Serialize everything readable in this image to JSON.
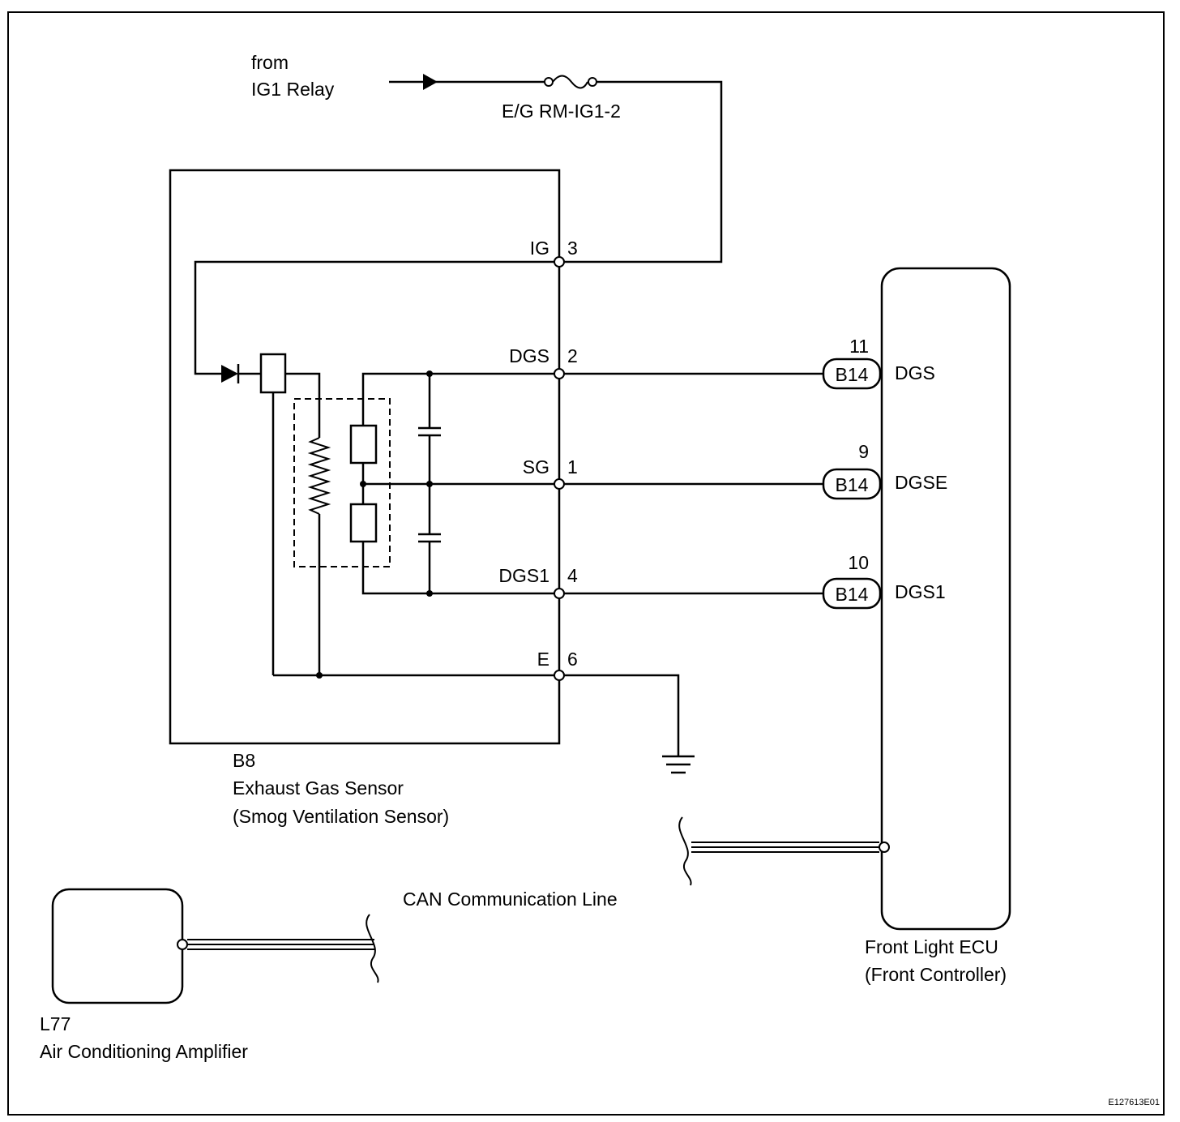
{
  "source": {
    "line1": "from",
    "line2": "IG1 Relay"
  },
  "fuse": {
    "label": "E/G RM-IG1-2"
  },
  "sensor": {
    "id": "B8",
    "name": "Exhaust Gas Sensor",
    "alt_name": "(Smog Ventilation Sensor)",
    "terminals": [
      {
        "name": "IG",
        "pin": "3"
      },
      {
        "name": "DGS",
        "pin": "2"
      },
      {
        "name": "SG",
        "pin": "1"
      },
      {
        "name": "DGS1",
        "pin": "4"
      },
      {
        "name": "E",
        "pin": "6"
      }
    ]
  },
  "ecu": {
    "name": "Front Light ECU",
    "alt_name": "(Front Controller)",
    "connectors": [
      {
        "connector": "B14",
        "pin": "11",
        "signal": "DGS"
      },
      {
        "connector": "B14",
        "pin": "9",
        "signal": "DGSE"
      },
      {
        "connector": "B14",
        "pin": "10",
        "signal": "DGS1"
      }
    ]
  },
  "amplifier": {
    "id": "L77",
    "name": "Air Conditioning Amplifier"
  },
  "can_line": {
    "label": "CAN Communication Line"
  },
  "figure_code": "E127613E01"
}
